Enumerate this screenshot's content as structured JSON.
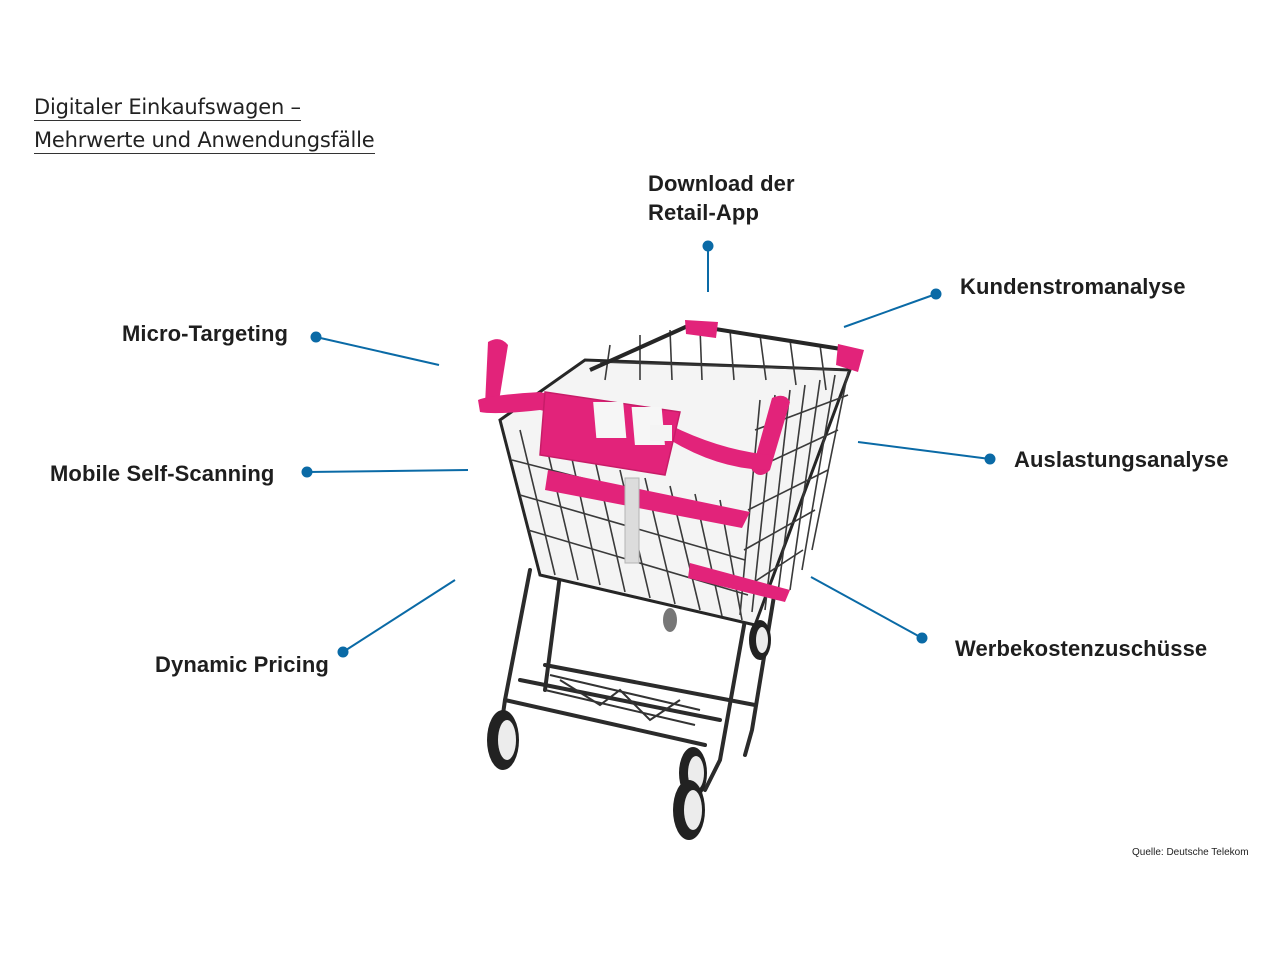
{
  "title": {
    "line1": "Digitaler Einkaufswagen – ",
    "line2": "Mehrwerte und Anwendungsfälle"
  },
  "callouts": {
    "download": {
      "line1": "Download der",
      "line2": "Retail-App"
    },
    "kundenstrom": "Kundenstromanalyse",
    "micro_targeting": "Micro-Targeting",
    "auslastung": "Auslastungsanalyse",
    "mobile_scanning": "Mobile Self-Scanning",
    "dynamic_pricing": "Dynamic Pricing",
    "werbekosten": "Werbekostenzuschüsse"
  },
  "source": "Quelle: Deutsche Telekom",
  "colors": {
    "connector": "#0a6aa6",
    "accent": "#e2237a",
    "frame": "#2b2b2b"
  }
}
